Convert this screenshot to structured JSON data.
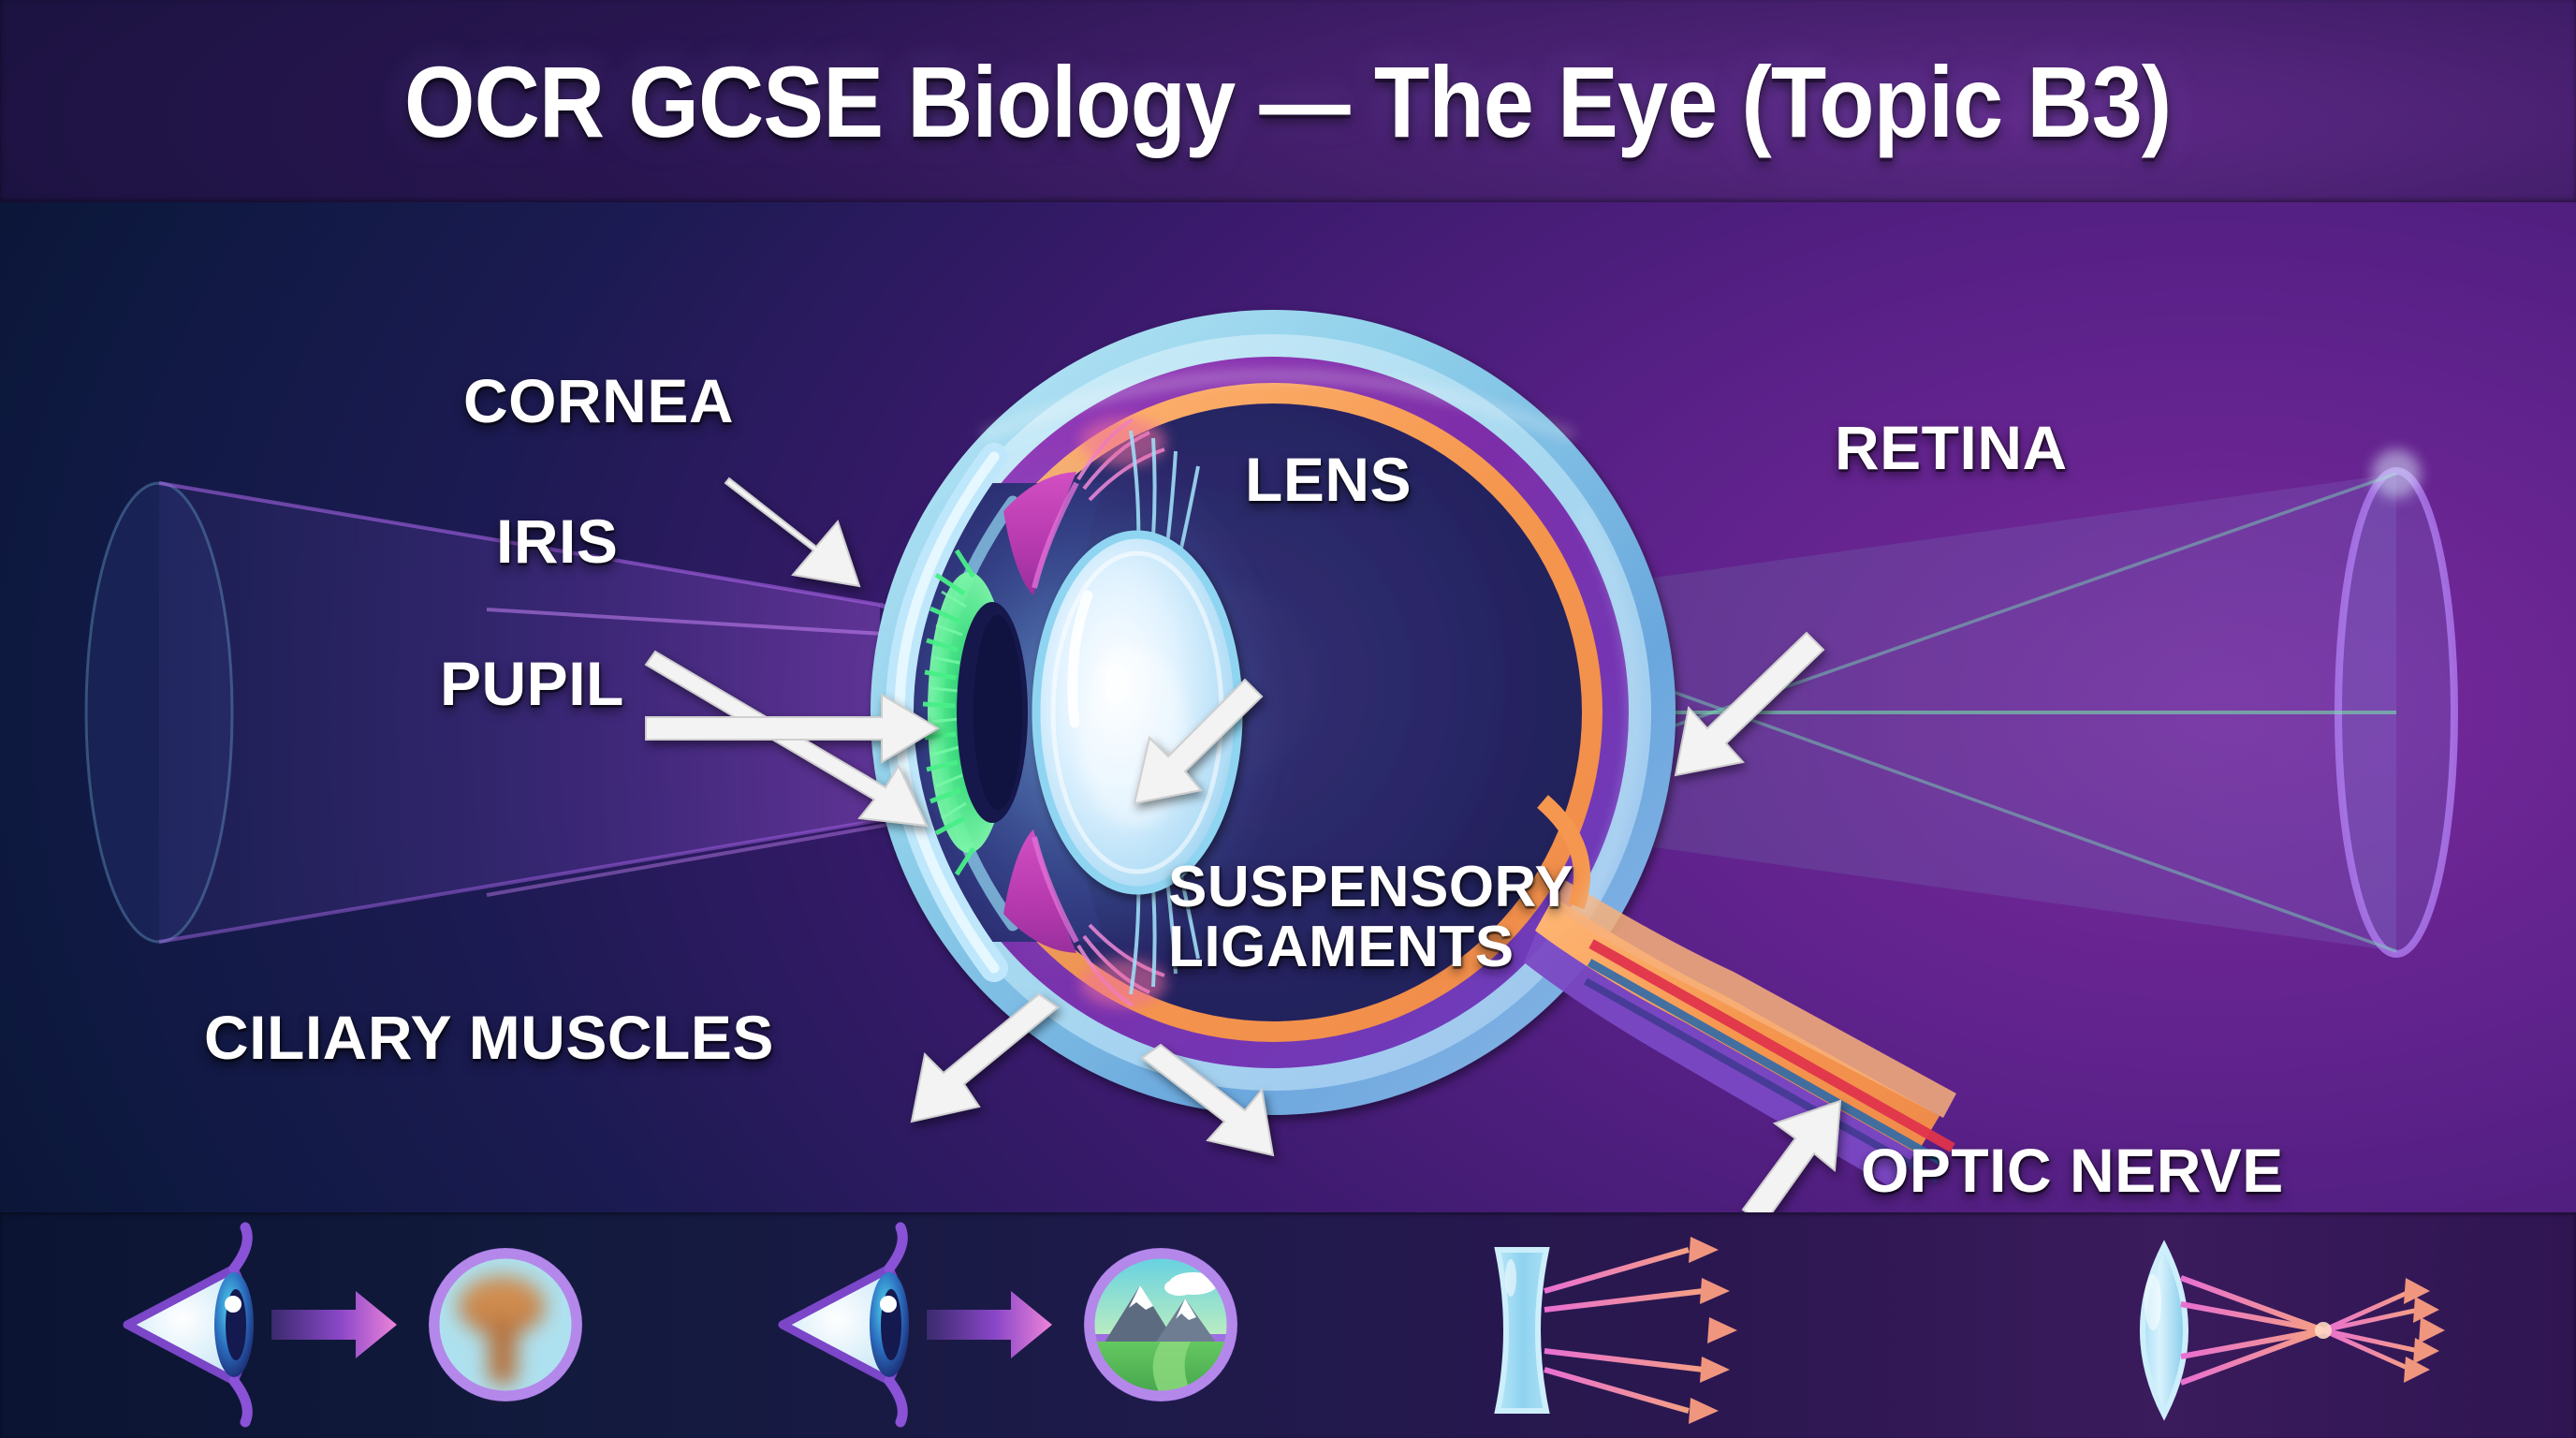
{
  "header": {
    "title": "OCR GCSE Biology — The Eye (Topic B3)"
  },
  "diagram": {
    "subject": "human eye cross-section",
    "labels": [
      {
        "id": "cornea",
        "text": "CORNEA"
      },
      {
        "id": "iris",
        "text": "IRIS"
      },
      {
        "id": "pupil",
        "text": "PUPIL"
      },
      {
        "id": "lens",
        "text": "LENS"
      },
      {
        "id": "retina",
        "text": "RETINA"
      },
      {
        "id": "suspensory-ligaments",
        "text": "SUSPENSORY",
        "text2": "LIGAMENTS"
      },
      {
        "id": "ciliary-muscles",
        "text": "CILIARY MUSCLES"
      },
      {
        "id": "optic-nerve",
        "text": "OPTIC NERVE"
      }
    ]
  },
  "bottom_strip": {
    "cells": [
      {
        "id": "near-object-blurred",
        "icon_left": "eye-icon",
        "icon_arrow": "right-arrow-icon",
        "icon_right": "blurred-near-object-icon"
      },
      {
        "id": "distant-object-sharp",
        "icon_left": "eye-icon",
        "icon_arrow": "right-arrow-icon",
        "icon_right": "mountain-landscape-icon"
      },
      {
        "id": "concave-lens-diverging",
        "icon": "concave-lens-diverging-rays-icon",
        "ray_count": 5
      },
      {
        "id": "convex-lens-converging",
        "icon": "convex-lens-converging-rays-icon",
        "ray_count": 5
      }
    ]
  },
  "colors": {
    "header_bg_left": "#0a1030",
    "header_bg_right": "#3d2065",
    "canvas_bg_left": "#0d1636",
    "canvas_bg_right": "#7a2ba0",
    "strip_bg_left": "#0c1433",
    "strip_bg_right": "#3a1b5c",
    "label_text": "#ffffff",
    "sclera": "#9fd6ef",
    "sclera_outer": "#6fc9e0",
    "choroid": "#8e34ab",
    "retina": "#f5a25d",
    "vitreous": "#2b2a6b",
    "lens_body": "#cfe9fb",
    "lens_rim": "#8fd5f2",
    "iris_green": "#43e07a",
    "pupil": "#16174a",
    "ciliary_magenta": "#c23fb0",
    "optic_nerve_orange": "#f5a25d",
    "optic_nerve_red": "#e0344b",
    "light_ray_purple": "#b35ff0",
    "light_ray_green": "#66e8a6",
    "strip_arrow_start": "#3a2a6e",
    "strip_arrow_end": "#e87ad6",
    "ray_in": "#c96ef0",
    "ray_out": "#f0987e"
  }
}
